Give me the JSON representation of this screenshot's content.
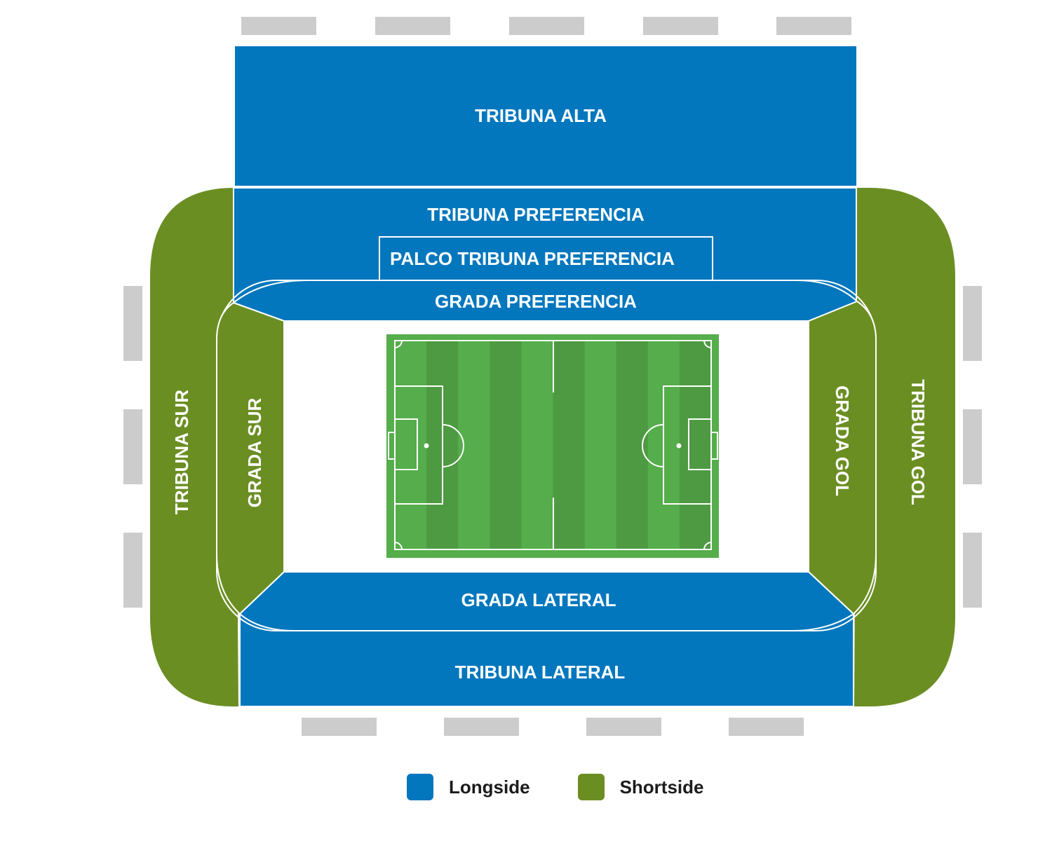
{
  "colors": {
    "longside": "#0277BD",
    "shortside": "#6B8E23",
    "pitch_light": "#55AD4B",
    "pitch_dark": "#4E9A42",
    "gate": "#CCCCCC",
    "line": "#FFFFFF"
  },
  "sections": {
    "tribuna_alta": "TRIBUNA ALTA",
    "tribuna_preferencia": "TRIBUNA PREFERENCIA",
    "palco_tribuna_preferencia": "PALCO TRIBUNA PREFERENCIA",
    "grada_preferencia": "GRADA PREFERENCIA",
    "tribuna_sur": "TRIBUNA SUR",
    "grada_sur": "GRADA SUR",
    "grada_gol": "GRADA GOL",
    "tribuna_gol": "TRIBUNA GOL",
    "grada_lateral": "GRADA LATERAL",
    "tribuna_lateral": "TRIBUNA LATERAL"
  },
  "legend": {
    "longside": "Longside",
    "shortside": "Shortside"
  }
}
